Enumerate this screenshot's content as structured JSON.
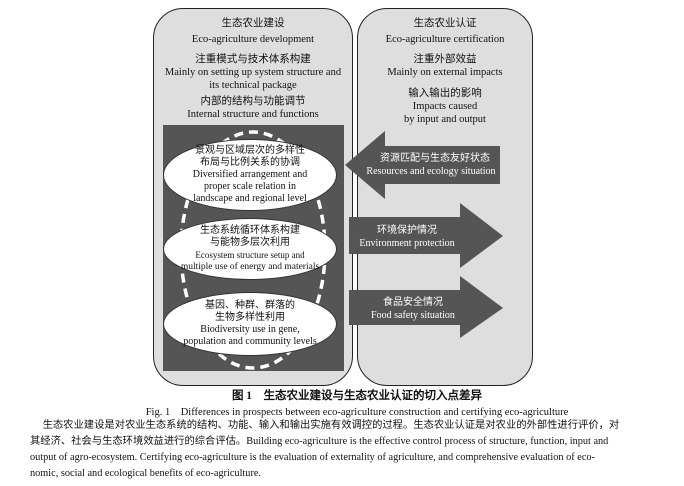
{
  "left_panel": {
    "title_cn": "生态农业建设",
    "title_en": "Eco-agriculture development",
    "focus_cn": "注重模式与技术体系构建",
    "focus_en_1": "Mainly on setting up system structure and",
    "focus_en_2": "its technical package",
    "scope_cn": "内部的结构与功能调节",
    "scope_en": "Internal structure and functions",
    "ellipses": [
      {
        "cn1": "景观与区域层次的多样性",
        "cn2": "布局与比例关系的协调",
        "en1": "Diversified arrangement and",
        "en2": "proper scale relation in",
        "en3": "landscape and regional level"
      },
      {
        "cn1": "生态系统循环体系构建",
        "cn2": "与能物多层次利用",
        "en1": "Ecosystem structure setup and",
        "en2": "multiple use of energy and materials",
        "en3": ""
      },
      {
        "cn1": "基因、种群、群落的",
        "cn2": "生物多样性利用",
        "en1": "Biodiversity use in gene,",
        "en2": "population and community levels",
        "en3": ""
      }
    ]
  },
  "right_panel": {
    "title_cn": "生态农业认证",
    "title_en": "Eco-agriculture certification",
    "focus_cn": "注重外部效益",
    "focus_en": "Mainly on external impacts",
    "scope_cn": "输入输出的影响",
    "scope_en_1": "Impacts caused",
    "scope_en_2": "by input and output",
    "arrows": [
      {
        "cn": "资源匹配与生态友好状态",
        "en": "Resources and ecology situation",
        "direction": "left"
      },
      {
        "cn": "环境保护情况",
        "en": "Environment protection",
        "direction": "right"
      },
      {
        "cn": "食品安全情况",
        "en": "Food safety situation",
        "direction": "right"
      }
    ]
  },
  "caption": {
    "cn": "图 1　生态农业建设与生态农业认证的切入点差异",
    "en": "Fig. 1　Differences in prospects between eco-agriculture construction and certifying eco-agriculture"
  },
  "body_lines": [
    "　　生态农业建设是对农业生态系统的结构、功能、输入和输出实施有效调控的过程。生态农业认证是对农业的外部性进行评价，对",
    "其经济、社会与生态环境效益进行的综合评估。Building eco-agriculture is the effective control process of structure, function, input and",
    "output of agro-ecosystem. Certifying eco-agriculture is the evaluation of externality of agriculture, and comprehensive evaluation of eco-",
    "nomic, social and ecological benefits of eco-agriculture."
  ],
  "colors": {
    "panel": "#dedede",
    "dark": "#555555"
  }
}
